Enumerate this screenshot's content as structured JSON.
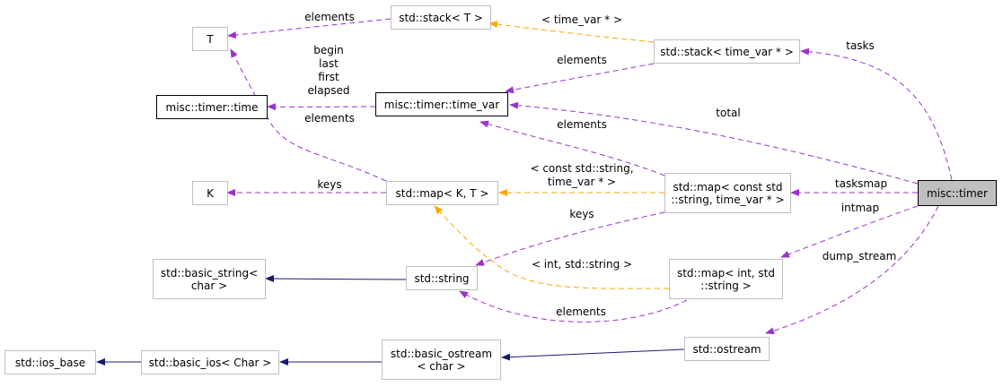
{
  "nodes": {
    "T": "T",
    "stack_T": "std::stack< T >",
    "stack_tv": "std::stack< time_var * >",
    "misc_time": "misc::timer::time",
    "time_var": "misc::timer::time_var",
    "K": "K",
    "map_KT": "std::map< K, T >",
    "map_str_tv": "std::map< const std\n::string, time_var * >",
    "misc_timer": "misc::timer",
    "basic_string": "std::basic_string<\nchar >",
    "string": "std::string",
    "map_int_str": "std::map< int, std\n::string >",
    "ios_base": "std::ios_base",
    "basic_ios": "std::basic_ios< Char >",
    "basic_ostream": "std::basic_ostream\n< char >",
    "ostream": "std::ostream"
  },
  "edge_labels": {
    "elements_stackT_T": "elements",
    "time_var_ptr_template": "< time_var * >",
    "tasks": "tasks",
    "elements_stacktv_tv": "elements",
    "time_members": "begin\nlast\nfirst\nelapsed",
    "elements_map_T": "elements",
    "total": "total",
    "elements_map_tv": "elements",
    "const_string_template": "< const std::string,\ntime_var * >",
    "keys_map_K": "keys",
    "tasksmap": "tasksmap",
    "keys_map_string": "keys",
    "intmap": "intmap",
    "int_string_template": "< int, std::string >",
    "dump_stream": "dump_stream",
    "elements_intmap_string": "elements"
  },
  "colors": {
    "usage": "#9a32cd",
    "template": "#ffa500",
    "inheritance": "#191970",
    "node_border": "#bfbfbf",
    "focus_fill": "#bfbfbf"
  }
}
